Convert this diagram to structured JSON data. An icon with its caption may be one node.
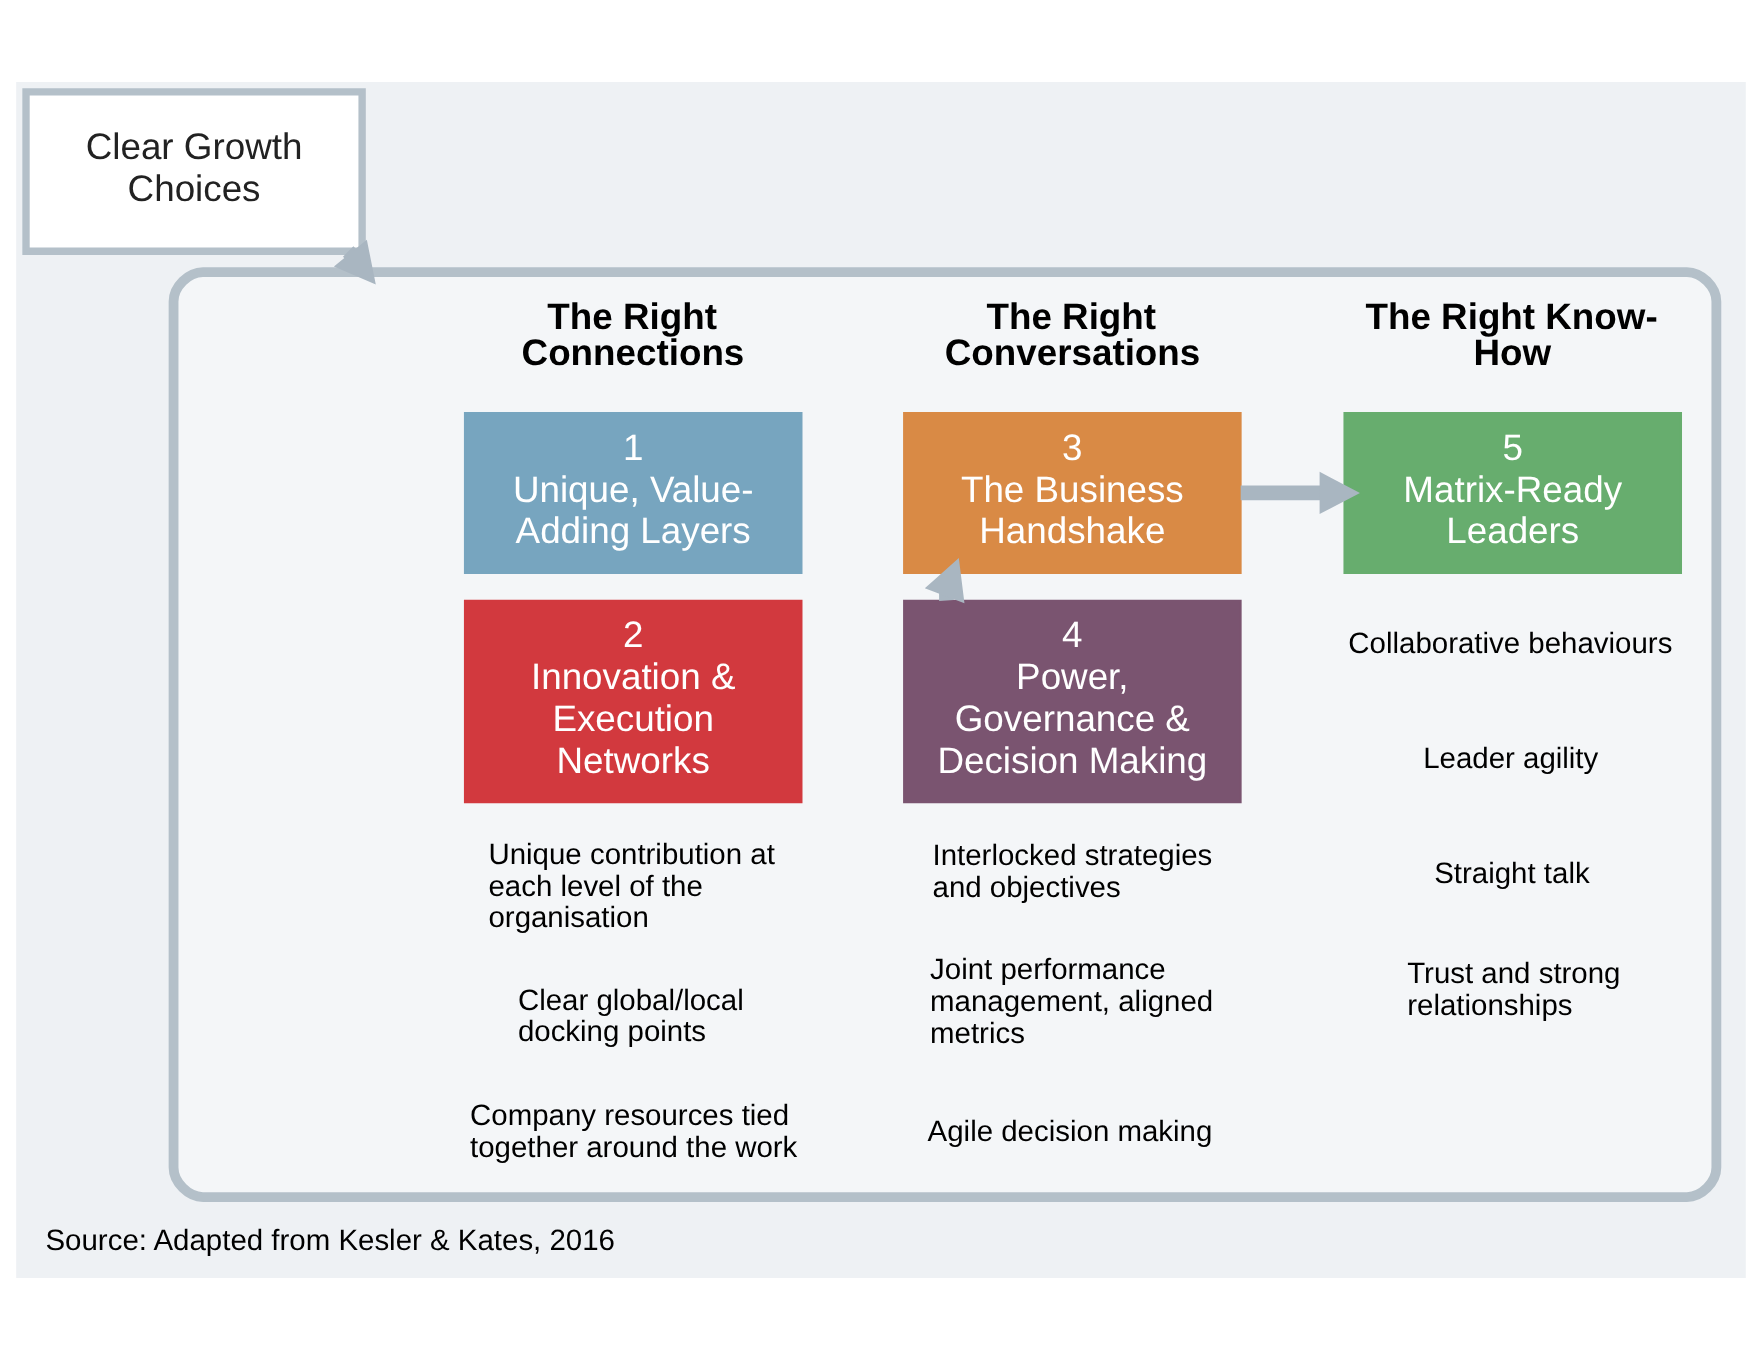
{
  "diagram": {
    "caption": "Source: Adapted from Kesler & Kates, 2016",
    "nodes": [
      {
        "text": [],
        "shape": "box"
      },
      {
        "text": [
          "Clear Growth Choices"
        ]
      },
      {
        "text": [
          "1",
          "Unique, Value-Adding Layers"
        ],
        "in": 0
      },
      {
        "text": [
          "2",
          "Innovation & Execution Networks"
        ],
        "in": 0
      },
      {
        "text": [
          "3",
          "The Business Handshake"
        ],
        "in": 0
      },
      {
        "text": [
          "4",
          "Power, Governance & Decision Making"
        ],
        "in": 0
      },
      {
        "text": [
          "5",
          "Matrix-Ready Leaders"
        ],
        "in": 0
      }
    ],
    "edges": [
      {
        "from": 1,
        "to": 0,
        "arrow": "to"
      },
      {
        "from": 4,
        "to": 6,
        "arrow": "to"
      },
      {
        "from": 5,
        "to": 4,
        "arrow": "to"
      }
    ],
    "labels": [
      "The Right Connections",
      "The Right Conversations",
      "The Right Know-How",
      "Unique contribution at each level of the organisation",
      "Clear global/local docking points",
      "Company resources tied together around the work",
      "Interlocked strategies and objectives",
      "Joint performance management, aligned metrics",
      "Agile decision making",
      "Collaborative behaviours",
      "Leader agility",
      "Straight talk",
      "Trust and strong relationships"
    ]
  }
}
